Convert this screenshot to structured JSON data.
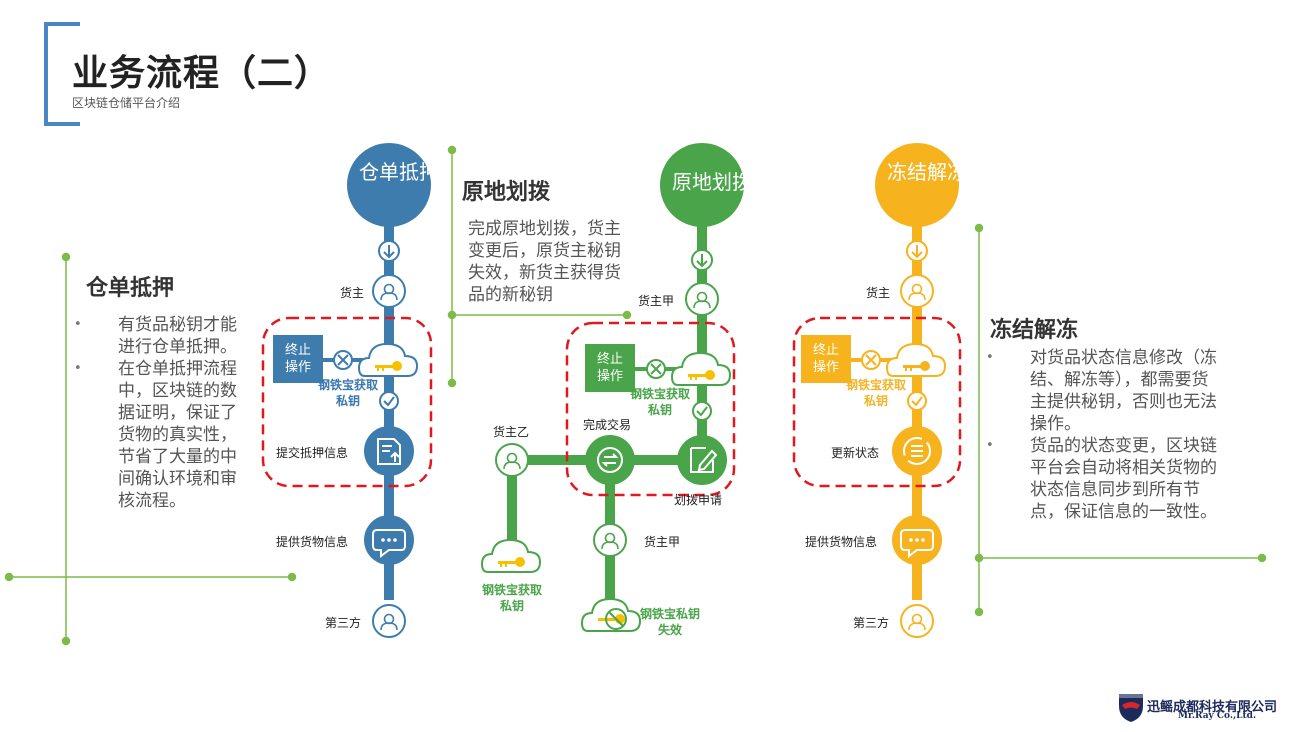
{
  "header": {
    "title": "业务流程（二）",
    "subtitle": "区块链仓储平台介绍"
  },
  "colors": {
    "blue": "#3f7cae",
    "green": "#4aa54a",
    "yellow": "#f6b31e",
    "accent_line": "#7cbb4a",
    "dashed_box": "#e0191f"
  },
  "left_section": {
    "title": "仓单抵押",
    "bullets": [
      "有货品秘钥才能进行仓单抵押。",
      "在仓单抵押流程中，区块链的数据证明，保证了货物的真实性，节省了大量的中间确认环境和审核流程。"
    ]
  },
  "mid_section": {
    "title": "原地划拨",
    "text": "完成原地划拨，货主变更后，原货主秘钥失效，新货主获得货品的新秘钥"
  },
  "right_section": {
    "title": "冻结解冻",
    "bullets": [
      "对货品状态信息修改（冻结、解冻等），都需要货主提供秘钥，否则也无法操作。",
      "货品的状态变更，区块链平台会自动将相关货物的状态信息同步到所有节点，保证信息的一致性。"
    ]
  },
  "flow_blue": {
    "circle_label": "仓单抵押",
    "owner": "货主",
    "stop": "终止操作",
    "key_caption": "钢铁宝获取私钥",
    "submit": "提交抵押信息",
    "provide": "提供货物信息",
    "third": "第三方",
    "icons": [
      "arrow-down-icon",
      "user-icon",
      "close-icon",
      "cloud-key-icon",
      "check-icon",
      "document-upload-icon",
      "chat-icon",
      "user-icon"
    ]
  },
  "flow_green": {
    "circle_label": "原地划拨",
    "owner_a": "货主甲",
    "stop": "终止操作",
    "key_caption": "钢铁宝获取私钥",
    "owner_b": "货主乙",
    "complete": "完成交易",
    "apply": "划拨申请",
    "owner_a2": "货主甲",
    "new_key": "钢铁宝获取私钥",
    "key_invalid": "钢铁宝私钥失效",
    "icons": [
      "arrow-down-icon",
      "user-icon",
      "close-icon",
      "cloud-key-icon",
      "check-icon",
      "edit-icon",
      "swap-icon",
      "cloud-key-off-icon"
    ]
  },
  "flow_yellow": {
    "circle_label": "冻结解冻",
    "owner": "货主",
    "stop": "终止操作",
    "key_caption": "钢铁宝获取私钥",
    "update": "更新状态",
    "provide": "提供货物信息",
    "third": "第三方",
    "icons": [
      "arrow-down-icon",
      "user-icon",
      "close-icon",
      "cloud-key-icon",
      "check-icon",
      "refresh-list-icon",
      "chat-icon",
      "user-icon"
    ]
  },
  "logo": {
    "cn": "迅鳐成都科技有限公司",
    "en": "Mr.Ray Co.,Ltd."
  }
}
